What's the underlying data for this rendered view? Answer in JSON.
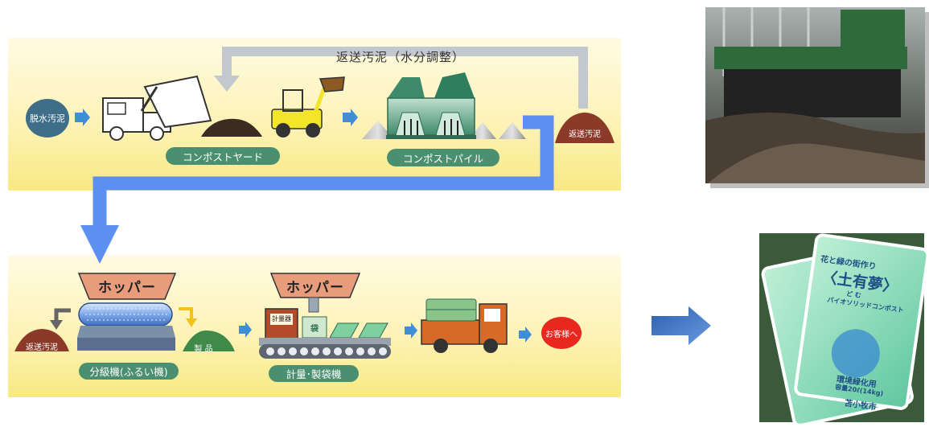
{
  "diagram": {
    "return_label": "返送汚泥（水分調整）",
    "dewatered_sludge": "脱水汚泥",
    "compost_yard": "コンポストヤード",
    "compost_pile": "コンポストパイル",
    "return_sludge": "返送汚泥",
    "hopper": "ホッパー",
    "product": "製 品",
    "sieve_machine": "分級機(ふるい機)",
    "weigh_bag_machine": "計量･製袋機",
    "to_customer": "お客様へ",
    "scale_label": "計量器",
    "bag_label": "袋"
  },
  "product_bag": {
    "catchphrase": "花と緑の街作り",
    "name": "〈土有夢〉",
    "ruby": "ど む",
    "subtitle": "バイオソリッドコンポスト",
    "usage": "環境緑化用",
    "capacity": "容量20ℓ(14kg)",
    "maker": "苫小牧市"
  },
  "colors": {
    "flow_blue": "#5b8ff0",
    "small_arrow": "#3f8fd6",
    "pill_green": "#4b8f71",
    "return_gray": "#bfc4cc",
    "hopper_salmon": "#e89c7c",
    "sludge_brown": "#8b3a2a",
    "customer_red": "#e8281f"
  }
}
